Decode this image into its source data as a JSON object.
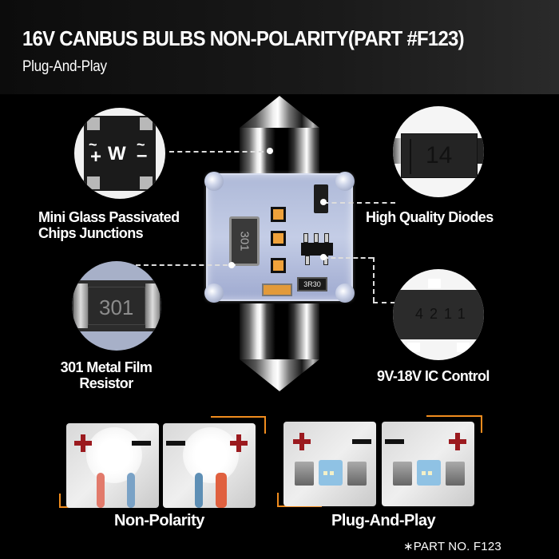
{
  "header": {
    "title": "16V CANBUS BULBS NON-POLARITY(PART #F123)",
    "subtitle": "Plug-And-Play"
  },
  "features": [
    {
      "id": "glass-passivated",
      "label_lines": [
        "Mini Glass Passivated",
        "Chips Junctions"
      ],
      "chip_markings": {
        "w": "W",
        "plus": "+",
        "minus": "–",
        "tilde": "~"
      }
    },
    {
      "id": "diodes",
      "label_lines": [
        "High Quality Diodes"
      ],
      "chip_marking": "14"
    },
    {
      "id": "resistor",
      "label_lines": [
        "301 Metal Film",
        "Resistor"
      ],
      "chip_marking": "301"
    },
    {
      "id": "ic-control",
      "label_lines": [
        "9V-18V IC Control"
      ],
      "chip_marking": "4211"
    }
  ],
  "pcb": {
    "resistor_marking": "301",
    "resistor2_marking": "3R30",
    "led_count": 3,
    "led_color": "#f0a23a"
  },
  "demos": [
    {
      "label": "Non-Polarity",
      "panels": [
        {
          "left": "+",
          "right": "–"
        },
        {
          "left": "–",
          "right": "+"
        }
      ]
    },
    {
      "label": "Plug-And-Play",
      "panels": [
        {
          "left": "+",
          "right": "–"
        },
        {
          "left": "–",
          "right": "+"
        }
      ]
    }
  ],
  "footer": {
    "part_number": "∗PART NO. F123"
  },
  "colors": {
    "background": "#000000",
    "accent_orange": "#f08c1e",
    "plus_red": "#9b1a1f",
    "text": "#ffffff"
  }
}
